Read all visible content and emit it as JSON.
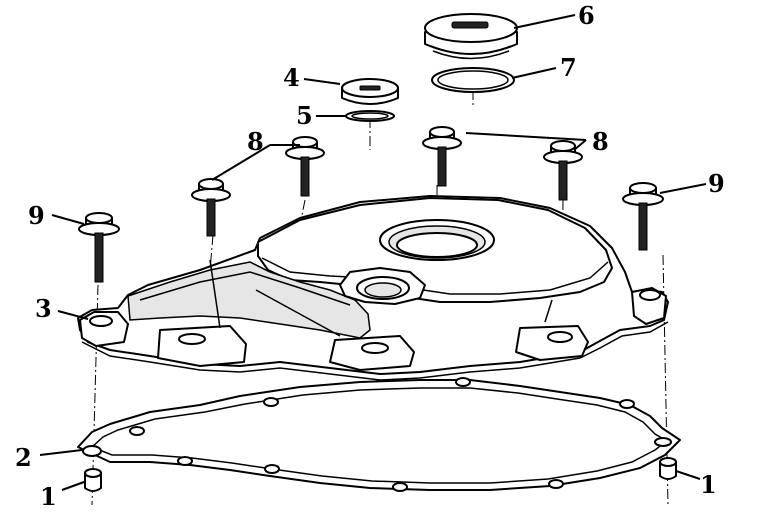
{
  "callouts": {
    "c1_left": "1",
    "c1_right": "1",
    "c2": "2",
    "c3": "3",
    "c4": "4",
    "c5": "5",
    "c6": "6",
    "c7": "7",
    "c8_left": "8",
    "c8_right": "8",
    "c9_left": "9",
    "c9_right": "9"
  },
  "parts": {
    "dowel_pin": "dowel-pin",
    "gasket": "cover-gasket",
    "cover": "generator-cover",
    "small_plug": "small-inspection-plug",
    "small_oring": "small-o-ring",
    "large_plug": "large-filler-cap",
    "large_oring": "large-o-ring",
    "bolt_short": "flange-bolt",
    "bolt_long": "long-flange-bolt"
  }
}
